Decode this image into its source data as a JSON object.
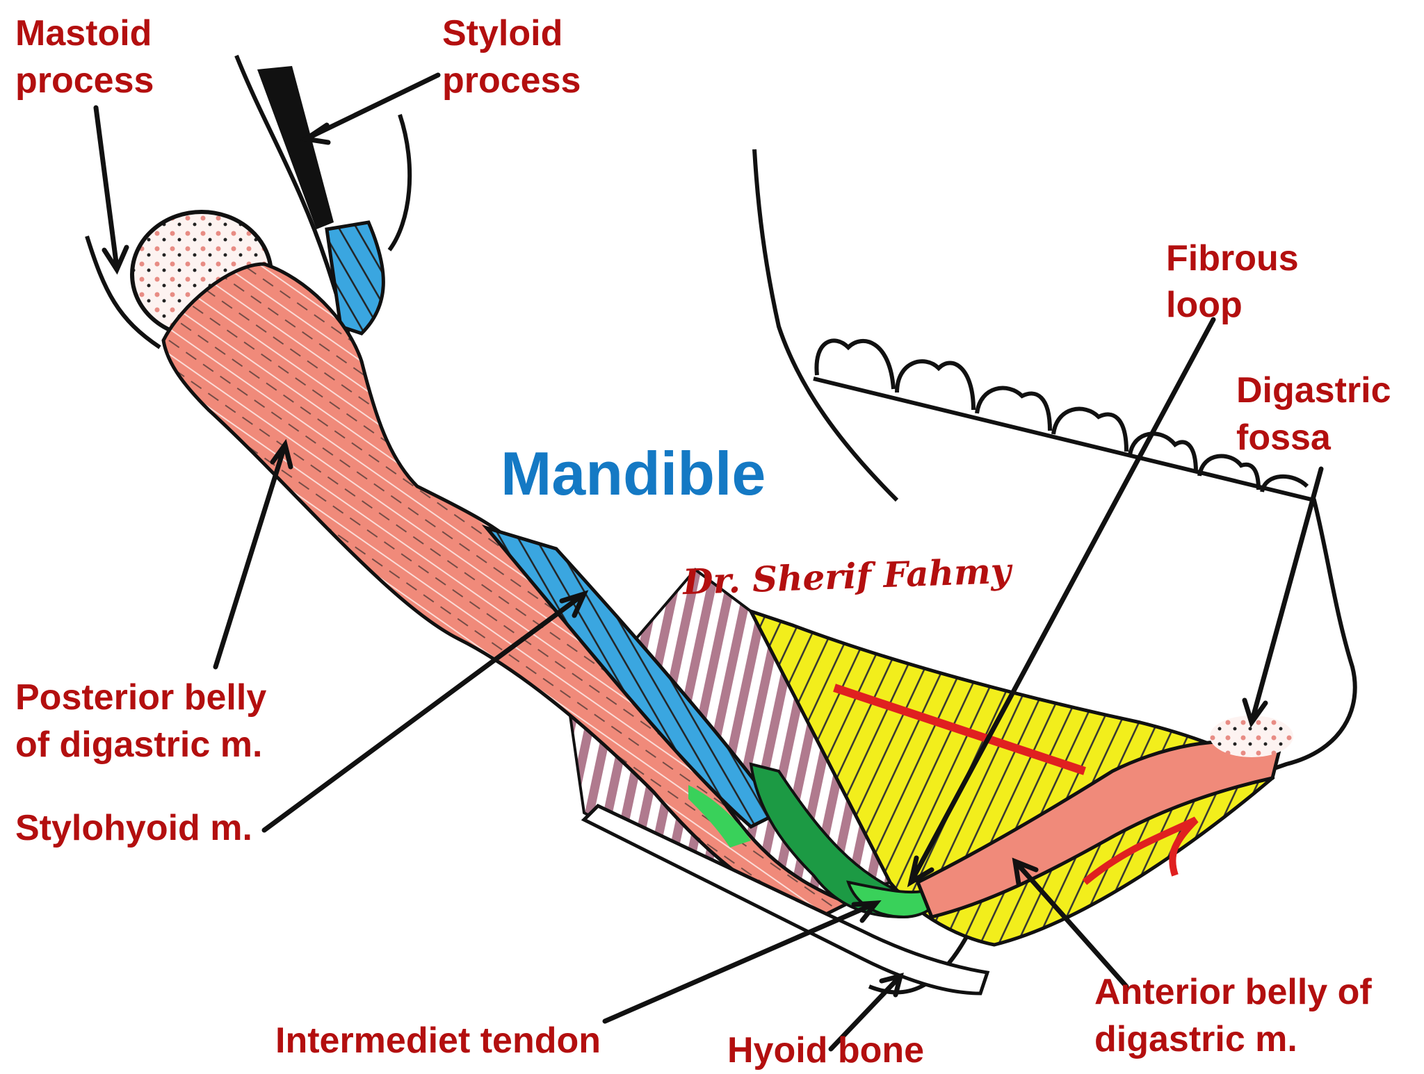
{
  "colors": {
    "label": "#b30f0f",
    "bone_label": "#1479c4",
    "posterior_belly": "#f08a7a",
    "stylohyoid": "#3aa6e0",
    "tendon": "#1c9a44",
    "tendon_light": "#39d15a",
    "mylohyoid": "#f2ee1c",
    "hyoglossus": "#b07a8e",
    "vessel": "#e02020",
    "outline": "#111111"
  },
  "labels": {
    "mastoid_1": "Mastoid",
    "mastoid_2": "process",
    "styloid_1": "Styloid",
    "styloid_2": "process",
    "fibrous_1": "Fibrous",
    "fibrous_2": "loop",
    "fossa_1": "Digastric",
    "fossa_2": "fossa",
    "posterior_1": "Posterior belly",
    "posterior_2": "of digastric m.",
    "stylohyoid": "Stylohyoid m.",
    "tendon": "Intermediet tendon",
    "hyoid": "Hyoid bone",
    "anterior_1": "Anterior belly of",
    "anterior_2": "digastric m.",
    "mandible": "Mandible",
    "signature": "Dr. Sherif Fahmy"
  }
}
